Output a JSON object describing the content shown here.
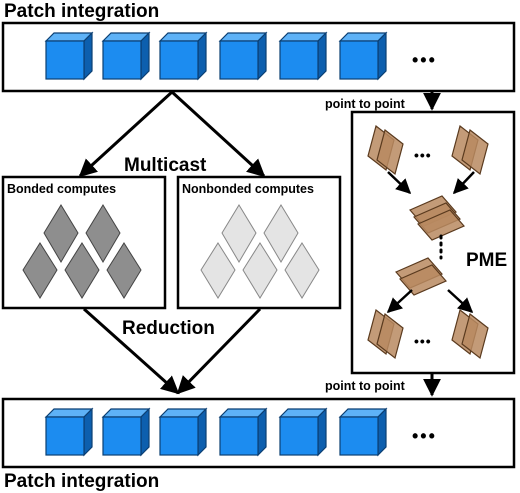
{
  "top_title": "Patch integration",
  "bottom_title": "Patch integration",
  "multicast_label": "Multicast",
  "reduction_label": "Reduction",
  "bonded_label": "Bonded computes",
  "nonbonded_label": "Nonbonded computes",
  "pme_label": "PME",
  "p2p_top_label": "point to point",
  "p2p_bottom_label": "point to point",
  "ellipsis_label": "•••",
  "colors": {
    "patch_front": "#1c8cf0",
    "patch_top": "#5eb2f7",
    "patch_side": "#0d5fae",
    "bonded_fill": "#8e8e8e",
    "nonbonded_fill": "#e4e4e4",
    "pme_fill": "#b98a60"
  },
  "icons": {
    "patch": "cube-icon",
    "bonded_compute": "diamond-icon",
    "nonbonded_compute": "diamond-icon",
    "pme_grid": "grid-slab-icon"
  }
}
